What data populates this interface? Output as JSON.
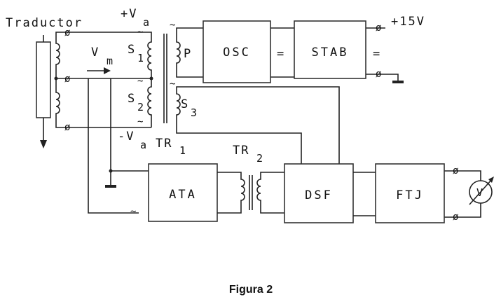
{
  "labels": {
    "transducer": "Traductor",
    "plus_va": "+V",
    "plus_va_sub": "a",
    "vm": "V",
    "vm_sub": "m",
    "s1": "S",
    "s1_sub": "1",
    "s2": "S",
    "s2_sub": "2",
    "s3": "S",
    "s3_sub": "3",
    "minus_va": "-V",
    "minus_va_sub": "a",
    "tr1": "TR",
    "tr1_sub": "1",
    "tr2": "TR",
    "tr2_sub": "2",
    "p": "P",
    "supply": "+15V",
    "ac": "~",
    "dc": "=",
    "meter": "V"
  },
  "blocks": {
    "osc": "OSC",
    "stab": "STAB",
    "ata": "ATA",
    "dsf": "DSF",
    "ftj": "FTJ"
  },
  "caption": "Figura 2"
}
